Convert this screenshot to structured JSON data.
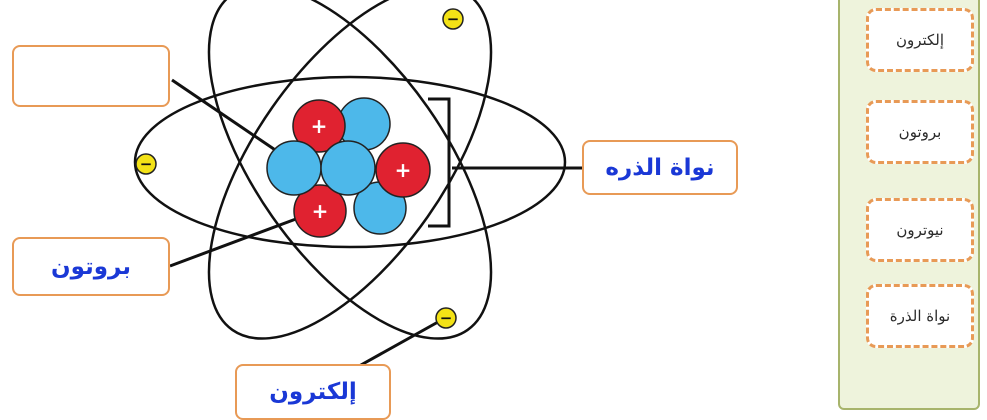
{
  "diagram": {
    "labels": {
      "empty_box": "",
      "nucleus": "نواة الذره",
      "proton": "بروتون",
      "electron": "إلكترون"
    },
    "symbols": {
      "proton": "+",
      "electron": "−"
    }
  },
  "word_bank": {
    "items": [
      "إلكترون",
      "بروتون",
      "نيوترون",
      "نواة الذرة"
    ]
  },
  "colors": {
    "proton": "#e02230",
    "neutron": "#4db8ea",
    "electron": "#f3e216",
    "box_border": "#e89a56",
    "label_text": "#1a38d6",
    "bank_background": "#eef3dc"
  }
}
